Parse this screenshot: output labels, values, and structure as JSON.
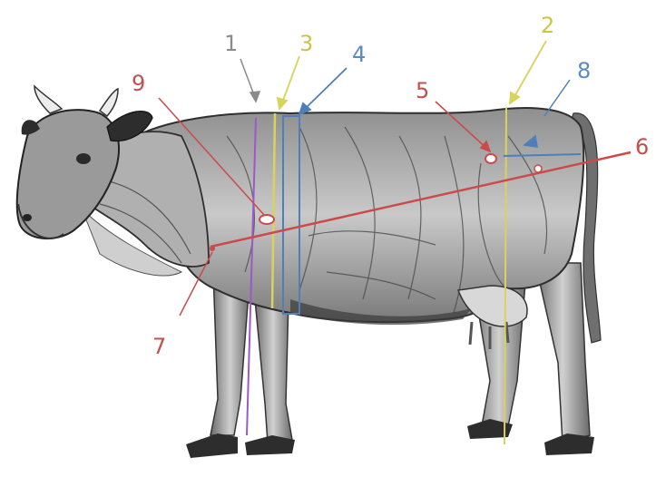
{
  "colors": {
    "purple": "#9b59c8",
    "yellow": "#d8d35a",
    "blue": "#4f7fb8",
    "red": "#cc4a4a",
    "label_gray": "#8a8a8a",
    "label_yellow": "#cfc24a",
    "label_blue": "#5b8bc0",
    "label_red": "#c0504d",
    "body_shade": "#b9b9b9",
    "body_dark": "#5a5a5a"
  },
  "labels": {
    "l1": "1",
    "l2": "2",
    "l3": "3",
    "l4": "4",
    "l5": "5",
    "l6": "6",
    "l7": "7",
    "l8": "8",
    "l9": "9"
  }
}
